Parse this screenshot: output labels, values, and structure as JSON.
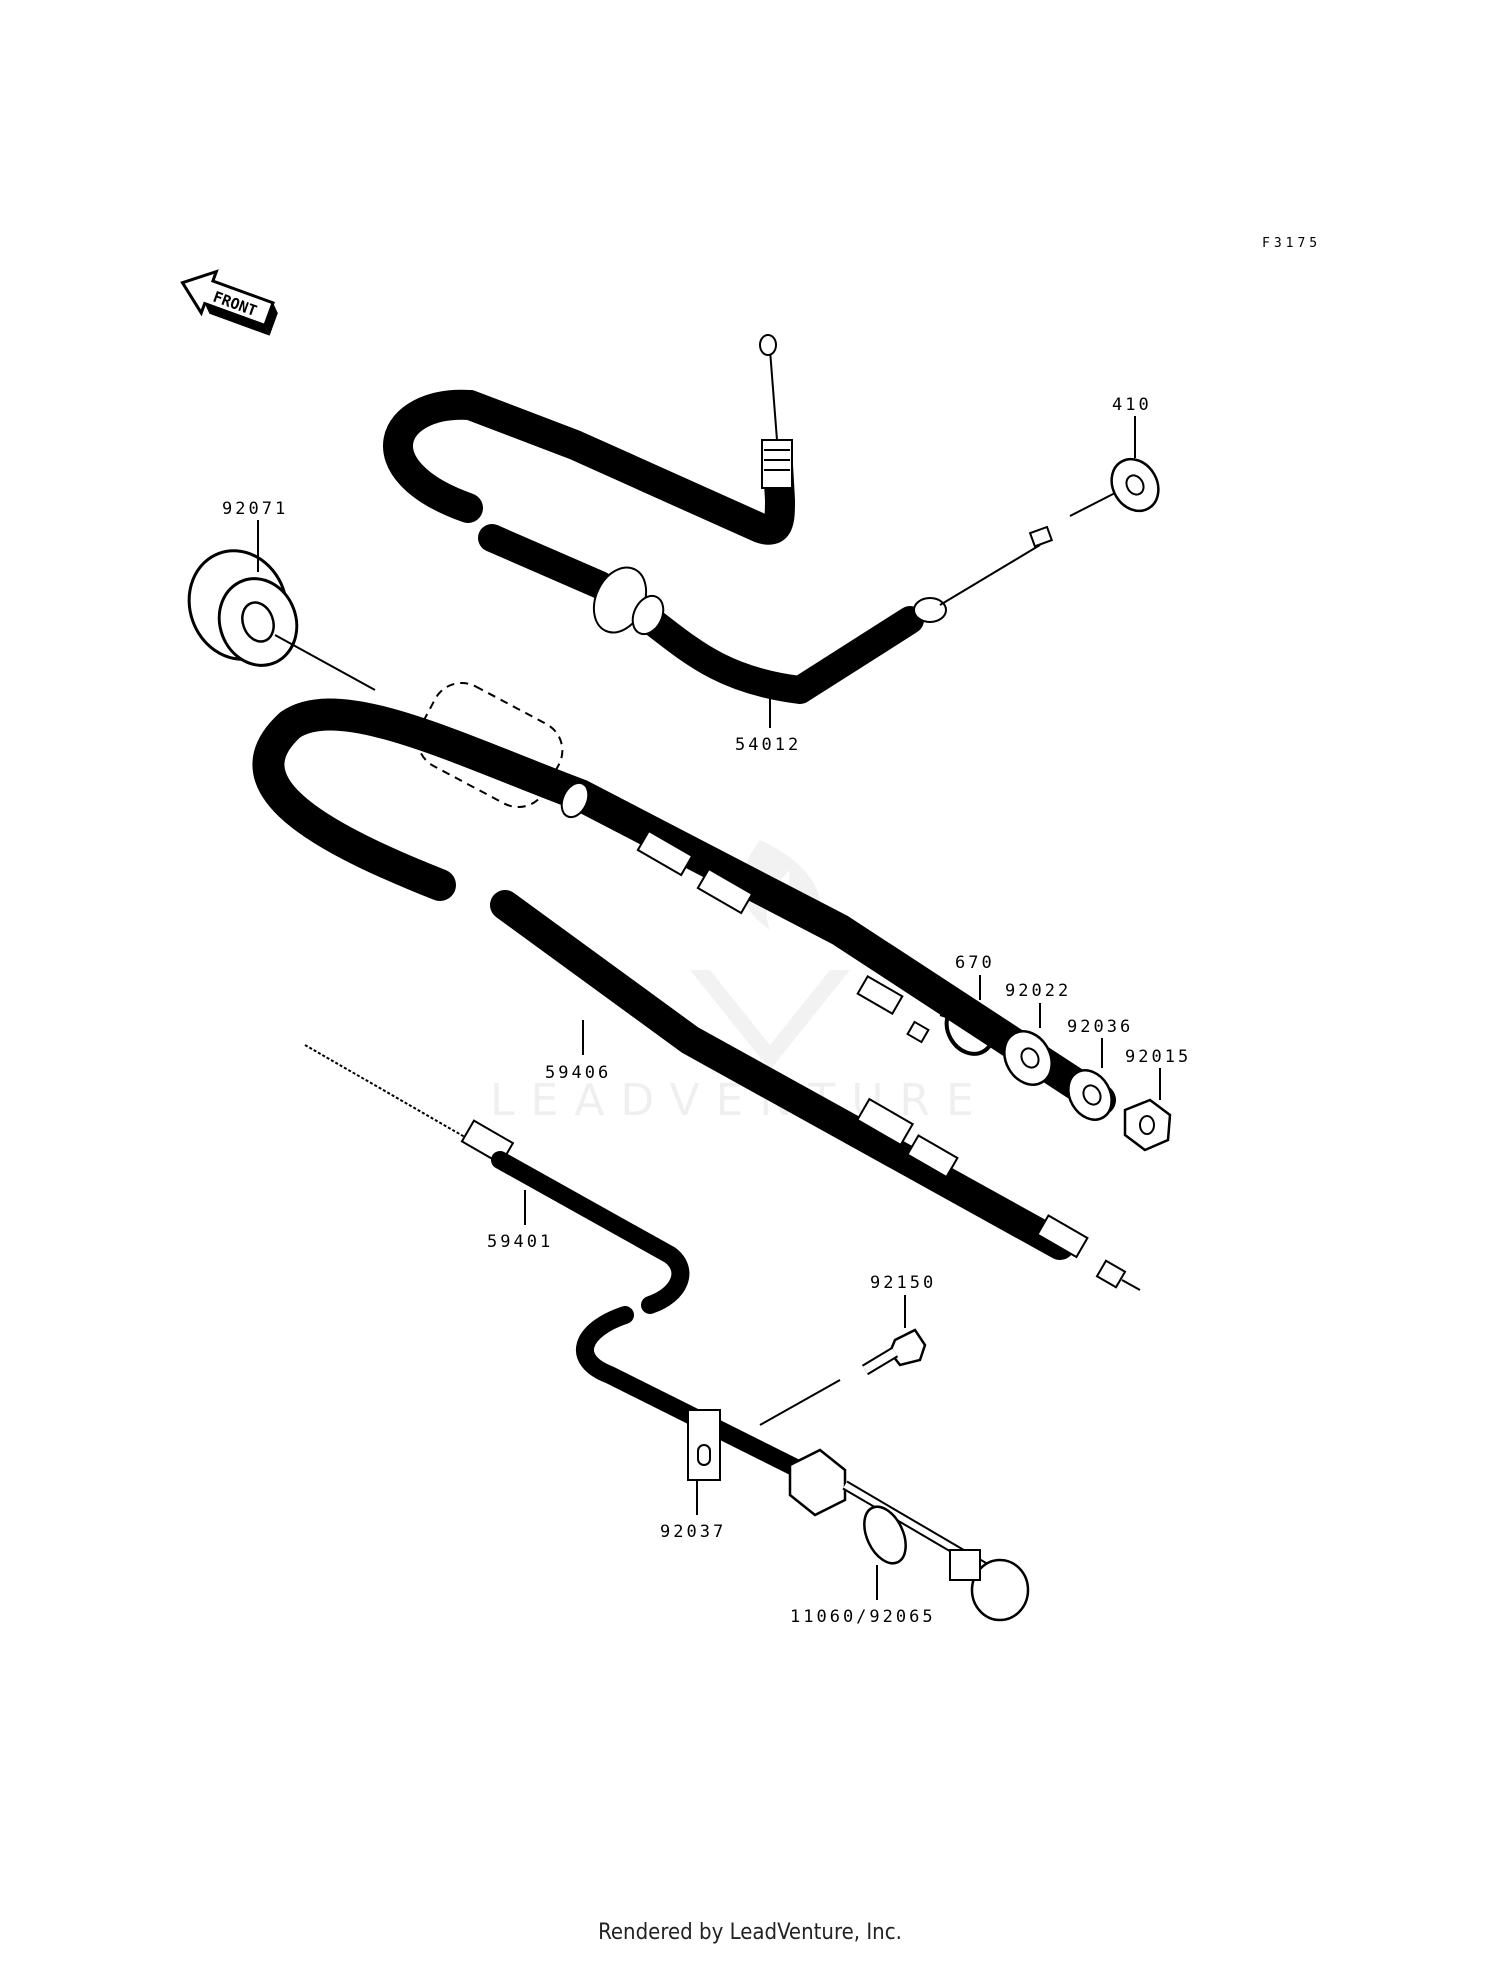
{
  "figure_code": "F3175",
  "front_label": "FRONT",
  "watermark": "LEADVENTURE",
  "credit": "Rendered by LeadVenture, Inc.",
  "parts": [
    {
      "id": "p410",
      "label": "410"
    },
    {
      "id": "p92071",
      "label": "92071"
    },
    {
      "id": "p54012",
      "label": "54012"
    },
    {
      "id": "p670",
      "label": "670"
    },
    {
      "id": "p92022",
      "label": "92022"
    },
    {
      "id": "p92036",
      "label": "92036"
    },
    {
      "id": "p92015",
      "label": "92015"
    },
    {
      "id": "p59406",
      "label": "59406"
    },
    {
      "id": "p59401",
      "label": "59401"
    },
    {
      "id": "p92150",
      "label": "92150"
    },
    {
      "id": "p92037",
      "label": "92037"
    },
    {
      "id": "p11060",
      "label": "11060/92065"
    }
  ]
}
